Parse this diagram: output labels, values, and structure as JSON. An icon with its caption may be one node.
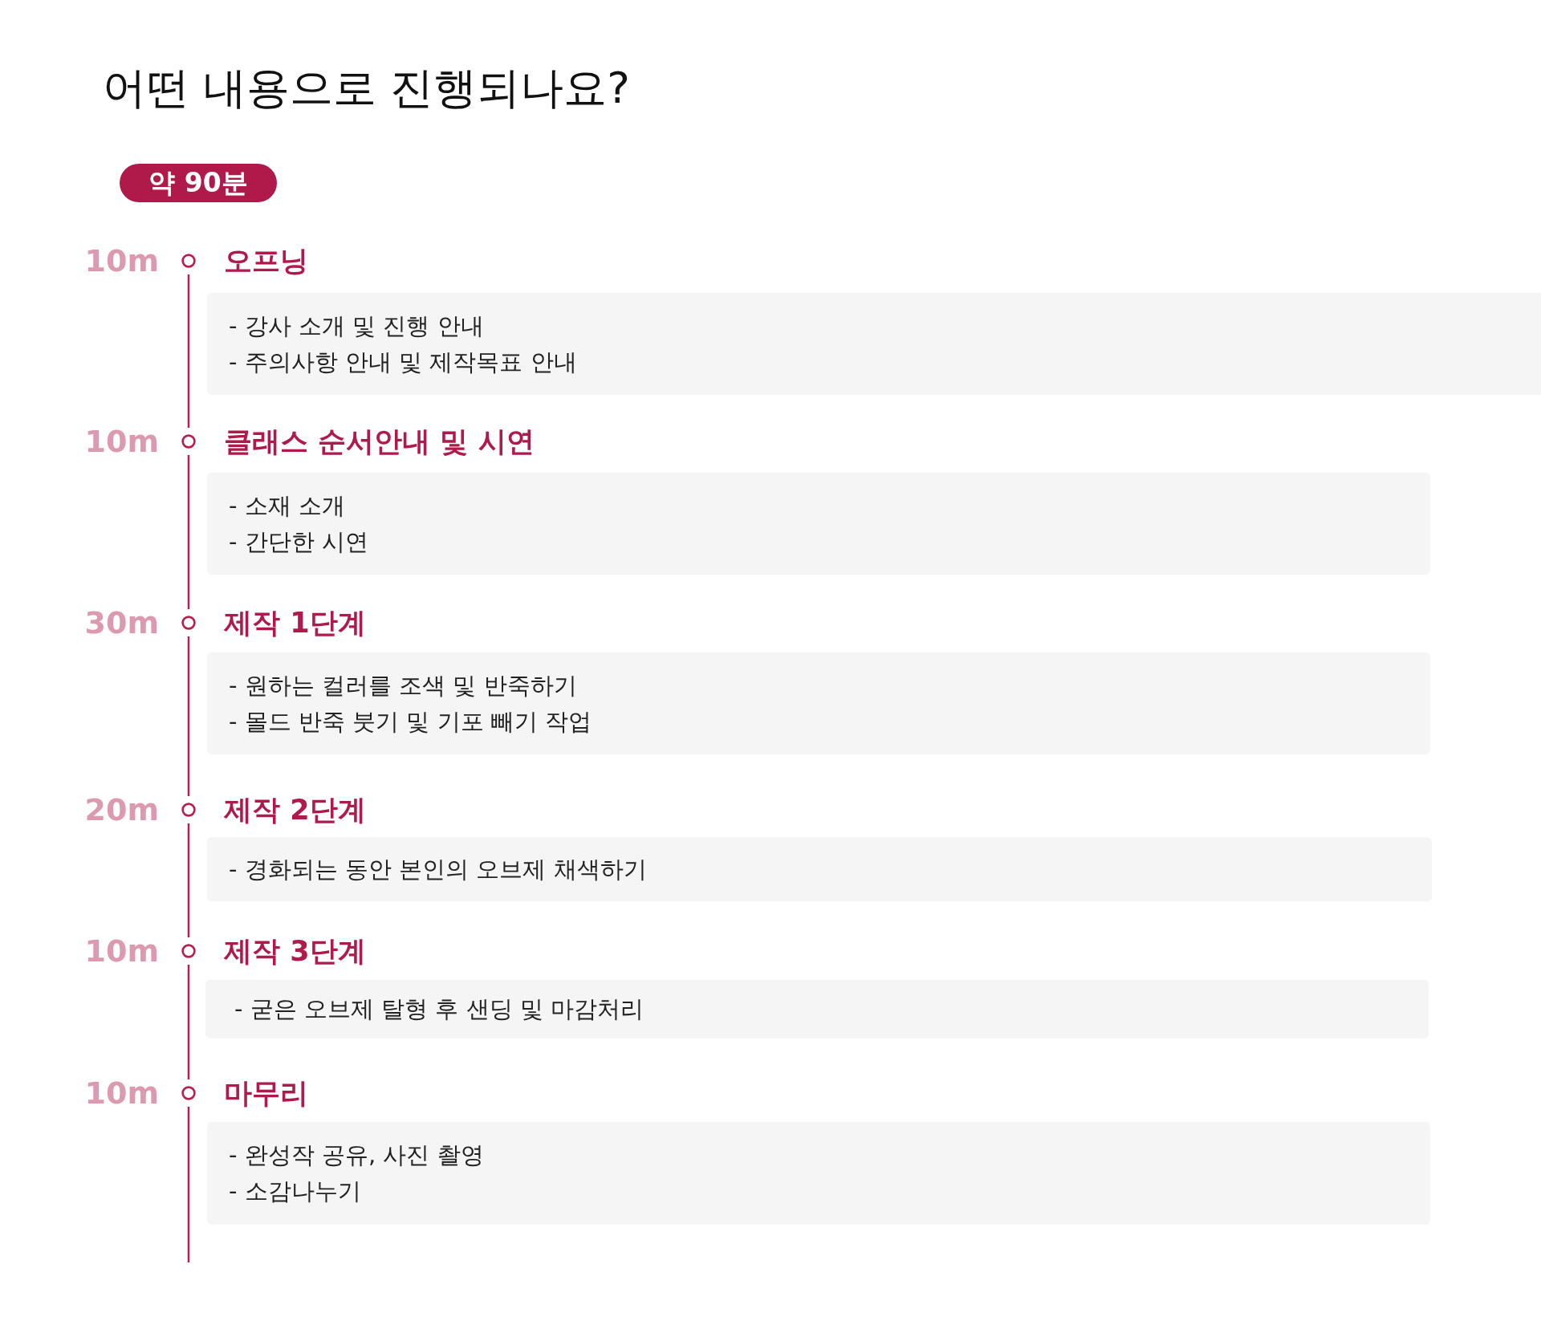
{
  "diagram": {
    "title": "어떤 내용으로 진행되나요?",
    "nodes": [
      {
        "text": [
          "약 90분"
        ]
      },
      {
        "text": [],
        "shape": "circle",
        "beside": [
          "10m"
        ]
      },
      {
        "text": [
          "오프닝",
          "- 강사 소개 및 진행 안내",
          "- 주의사항 안내 및 제작목표 안내"
        ]
      },
      {
        "text": [],
        "shape": "circle",
        "beside": [
          "10m"
        ]
      },
      {
        "text": [
          "클래스 순서안내 및 시연",
          "- 소재 소개",
          "- 간단한 시연"
        ]
      },
      {
        "text": [],
        "shape": "circle",
        "beside": [
          "30m"
        ]
      },
      {
        "text": [
          "제작 1단계",
          "- 원하는 컬러를 조색 및 반죽하기",
          "- 몰드 반죽 붓기 및 기포 빼기 작업"
        ]
      },
      {
        "text": [],
        "shape": "circle",
        "beside": [
          "20m"
        ]
      },
      {
        "text": [
          "제작 2단계",
          "- 경화되는 동안 본인의 오브제 채색하기"
        ]
      },
      {
        "text": [],
        "shape": "circle",
        "beside": [
          "10m"
        ]
      },
      {
        "text": [
          "제작 3단계",
          "- 굳은 오브제 탈형 후 샌딩 및 마감처리"
        ]
      },
      {
        "text": [],
        "shape": "circle",
        "beside": [
          "10m"
        ]
      },
      {
        "text": [
          "마무리",
          "- 완성작 공유, 사진 촬영",
          "- 소감나누기"
        ]
      }
    ],
    "edges": [
      {
        "from": 1,
        "to": 3,
        "arrow": "none"
      },
      {
        "from": 3,
        "to": 5,
        "arrow": "none"
      },
      {
        "from": 5,
        "to": 7,
        "arrow": "none"
      },
      {
        "from": 7,
        "to": 9,
        "arrow": "none"
      },
      {
        "from": 9,
        "to": 11,
        "arrow": "none"
      },
      {
        "from": 11,
        "to": null,
        "arrow": "none"
      }
    ]
  }
}
